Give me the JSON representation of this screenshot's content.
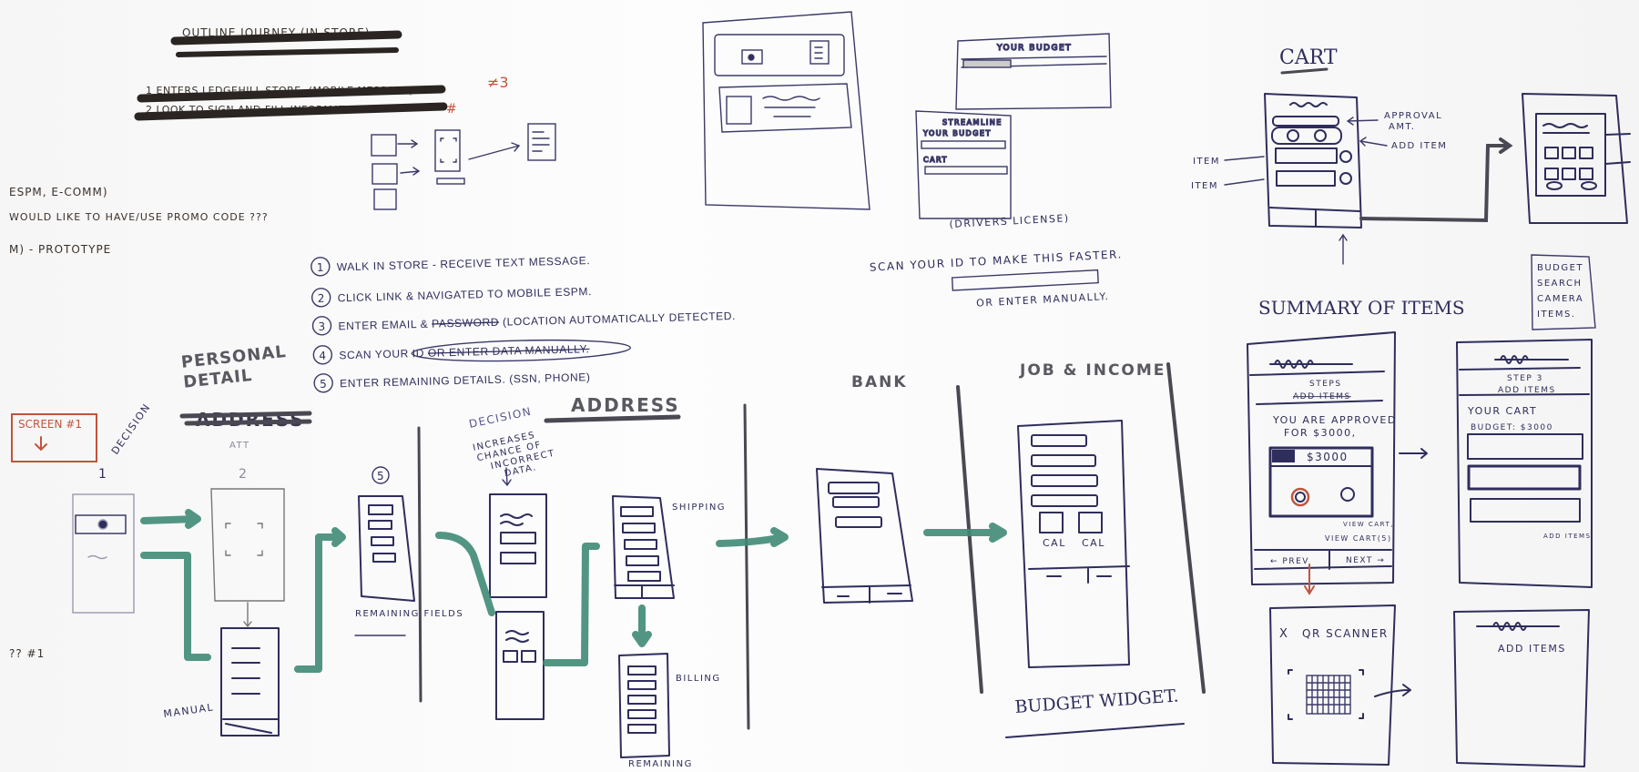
{
  "header": {
    "title_struck": "OUTLINE JOURNEY (IN-STORE)",
    "lines_struck": [
      "1 ENTERS LEDGEHILL STORE. (MOBILE MESSAGE)",
      "2 LOOK TO SIGN AND FILL INFORMATION"
    ],
    "red_note_1": "≠3",
    "red_note_2": "#"
  },
  "left_notes": [
    "ESPM, E-COMM)",
    "WOULD LIKE TO HAVE/USE PROMO CODE ???",
    "M) - PROTOTYPE",
    "?? #1"
  ],
  "steps": [
    {
      "num": "1",
      "text": "WALK IN STORE - RECEIVE TEXT MESSAGE."
    },
    {
      "num": "2",
      "text": "CLICK LINK & NAVIGATED TO MOBILE ESPM."
    },
    {
      "num": "3",
      "text": "ENTER EMAIL &",
      "struck": "PASSWORD",
      "after": "(LOCATION AUTOMATICALLY DETECTED."
    },
    {
      "num": "4",
      "text": "SCAN YOUR ID",
      "struck": "OR ENTER DATA MANUALLY."
    },
    {
      "num": "5",
      "text": "ENTER REMAINING DETAILS. (SSN, PHONE)"
    }
  ],
  "personal": {
    "heading": "PERSONAL DETAIL",
    "heading_struck": "ADDRESS",
    "red_box": "SCREEN #1",
    "decision": "DECISION",
    "att": "ATT",
    "circle_1": "1",
    "circle_2": "2",
    "circle_5": "5",
    "manual": "MANUAL",
    "remaining_fields": "REMAINING FIELDS"
  },
  "address": {
    "decision": "DECISION",
    "heading": "ADDRESS",
    "note": [
      "INCREASES",
      "CHANCE OF",
      "INCORRECT",
      "DATA."
    ],
    "shipping": "SHIPPING",
    "billing": "BILLING",
    "remaining": "REMAINING"
  },
  "scan_id": {
    "hint": "(DRIVERS LICENSE)",
    "text": "SCAN YOUR ID TO MAKE THIS FASTER.",
    "or": "OR ENTER MANUALLY."
  },
  "bank": {
    "heading": "BANK"
  },
  "income": {
    "heading": "JOB & INCOME",
    "cal_1": "CAL",
    "cal_2": "CAL",
    "widget": "BUDGET WIDGET."
  },
  "budget_sketch": {
    "title": "YOUR BUDGET",
    "streamline": "STREAMLINE",
    "your_budget": "YOUR BUDGET",
    "cart": "CART"
  },
  "cart": {
    "heading": "CART",
    "approval": [
      "APPROVAL",
      "AMT."
    ],
    "add_item": "ADD ITEM",
    "item_1": "ITEM",
    "item_2": "ITEM",
    "legend": [
      "BUDGET",
      "SEARCH",
      "CAMERA",
      "ITEMS."
    ]
  },
  "summary": {
    "heading": "SUMMARY OF ITEMS",
    "screen1": {
      "steps": "STEPS",
      "steps_struck": "ADD ITEMS",
      "approved": [
        "YOU ARE APPROVED",
        "FOR $3000,"
      ],
      "amount": "$3000",
      "view_cart_struck": "VIEW CART,",
      "view_cart": "VIEW CART(5)",
      "prev": "← PREV",
      "next": "NEXT →"
    },
    "screen2": {
      "step": "STEP 3",
      "add_items": "ADD ITEMS",
      "your_cart": "YOUR CART",
      "budget": "BUDGET: $3000",
      "add_items_footer": "ADD ITEMS"
    },
    "qr": {
      "close": "X",
      "title": "QR SCANNER"
    },
    "add_screen": {
      "title": "ADD ITEMS"
    }
  },
  "colors": {
    "ink": "#2f2d5c",
    "green_marker": "#3f8a76",
    "red_marker": "#c2543d",
    "black_marker": "#2a2522"
  }
}
